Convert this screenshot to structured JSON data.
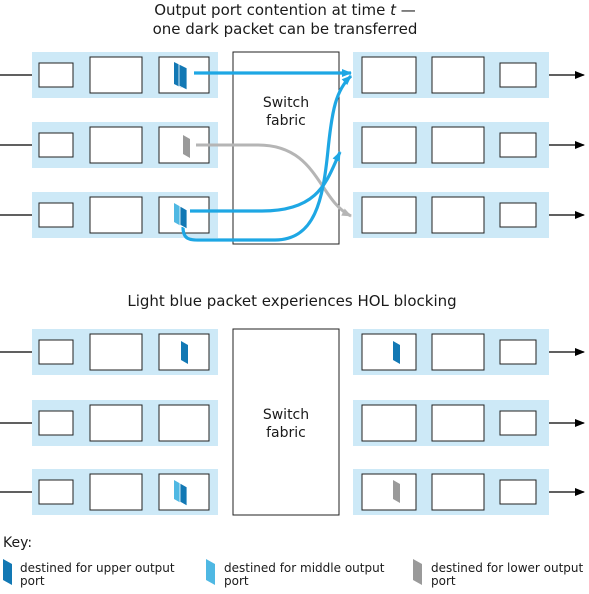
{
  "top": {
    "title_line1_prefix": "Output port contention at time ",
    "title_line1_var": "t",
    "title_line1_suffix": " —",
    "title_line2": "one dark packet can be transferred",
    "fabric_line1": "Switch",
    "fabric_line2": "fabric"
  },
  "bottom": {
    "title": "Light blue packet experiences HOL blocking",
    "fabric_line1": "Switch",
    "fabric_line2": "fabric"
  },
  "key": {
    "title": "Key:",
    "items": [
      {
        "label": "destined for upper output port",
        "color": "#1278b4"
      },
      {
        "label": "destined for middle output port",
        "color": "#4fb8e3"
      },
      {
        "label": "destined for lower output port",
        "color": "#9a9a9a"
      }
    ]
  },
  "colors": {
    "port_bg": "#cde9f7",
    "dark_packet": "#1278b4",
    "light_packet": "#4fb8e3",
    "gray_packet": "#9a9a9a",
    "arrow_blue": "#1ea7e4",
    "arrow_gray": "#b5b5b5"
  }
}
